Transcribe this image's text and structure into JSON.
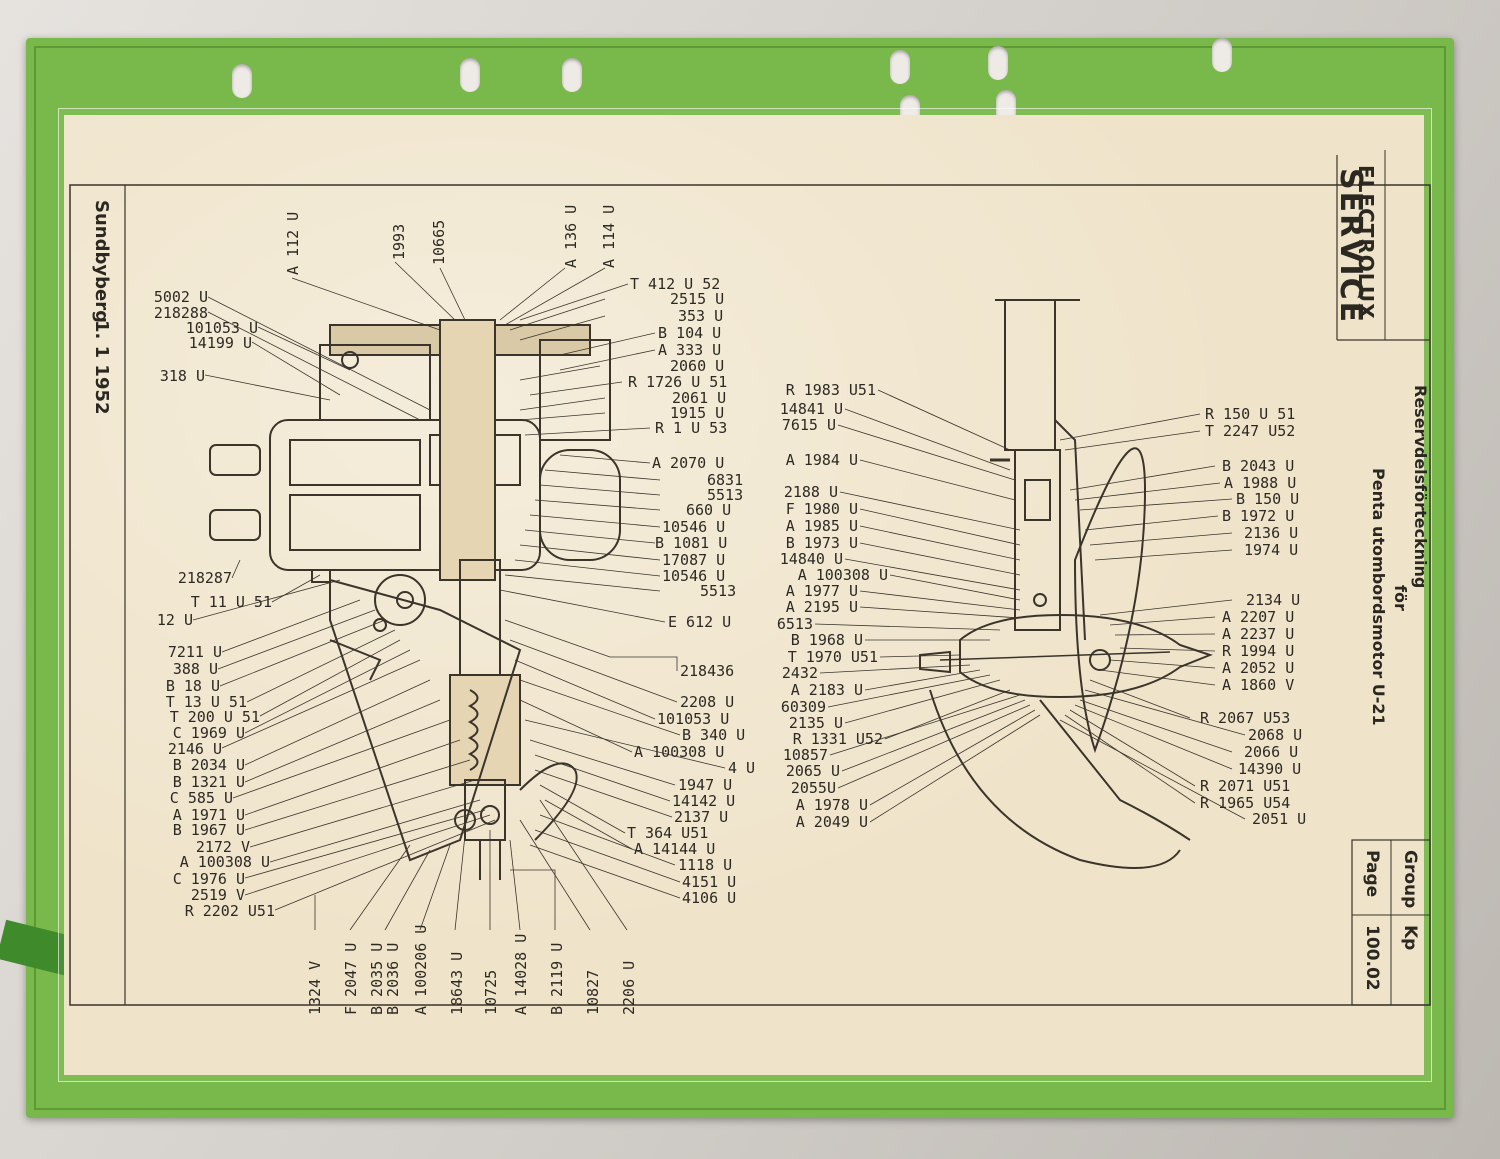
{
  "header": {
    "brand_top": "ELECTROLUX",
    "brand_main": "SERVICE",
    "title_line1": "Reservdelsförteckning",
    "title_line2": "för",
    "title_line3": "Penta utombordsmotor U-21",
    "group_label": "Group",
    "group_value": "Kp",
    "page_label": "Page",
    "page_value": "100.02"
  },
  "footer": {
    "place": "Sundbyberg",
    "date": "1. 1 1952"
  },
  "left_labels": [
    "5002 U",
    "218288",
    "101053 U",
    "14199 U",
    "318 U",
    "218287",
    "T 11 U 51",
    "12 U",
    "7211 U",
    "388 U",
    "B 18 U",
    "T 13 U 51",
    "T 200 U 51",
    "C 1969 U",
    "2146 U",
    "B 2034 U",
    "B 1321 U",
    "C 585 U",
    "A 1971 U",
    "B 1967 U",
    "2172 V",
    "A 100308 U",
    "C 1976 U",
    "2519 V",
    "R 2202 U51"
  ],
  "top_vertical_labels": [
    "A 112 U",
    "1993",
    "10665",
    "A 136 U",
    "A 114 U"
  ],
  "engine_right_labels": [
    "T 412 U 52",
    "2515 U",
    "353 U",
    "B 104 U",
    "A 333 U",
    "2060 U",
    "R 1726 U 51",
    "2061 U",
    "1915 U",
    "R 1 U 53",
    "A 2070 U",
    "6831",
    "5513",
    "660 U",
    "10546 U",
    "B 1081 U",
    "17087 U",
    "10546 U",
    "5513",
    "E 612 U",
    "218436",
    "2208 U",
    "101053 U",
    "B 340 U",
    "A 100308 U",
    "4 U",
    "1947 U",
    "14142 U",
    "2137 U",
    "T 364 U51",
    "A 14144 U",
    "1118 U",
    "4151 U",
    "4106 U"
  ],
  "bottom_vertical_labels": [
    "1324 V",
    "F 2047 U",
    "B 2035 U",
    "B 2036 U",
    "A 100206 U",
    "18643 U",
    "10725",
    "A 14028 U",
    "B 2119 U",
    "10827",
    "2206 U"
  ],
  "gear_left_labels": [
    "R 1983 U51",
    "14841 U",
    "7615 U",
    "A 1984 U",
    "2188 U",
    "F 1980 U",
    "A 1985 U",
    "B 1973 U",
    "14840 U",
    "A 100308 U",
    "A 1977 U",
    "A 2195 U",
    "6513",
    "B 1968 U",
    "T 1970 U51",
    "2432",
    "A 2183 U",
    "60309",
    "2135 U",
    "R 1331 U52",
    "10857",
    "2065 U",
    "2055U",
    "A 1978 U",
    "A 2049 U"
  ],
  "gear_right_labels": [
    "R 150 U 51",
    "T 2247 U52",
    "B 2043 U",
    "A 1988 U",
    "B 150 U",
    "B 1972 U",
    "2136 U",
    "1974 U",
    "2134 U",
    "A 2207 U",
    "A 2237 U",
    "R 1994 U",
    "A 2052 U",
    "A 1860 V",
    "R 2067 U53",
    "2068 U",
    "2066 U",
    "14390 U",
    "R 2071 U51",
    "R 1965 U54",
    "2051 U"
  ],
  "colors": {
    "binder": "#79b84a",
    "paper": "#efe2c6",
    "ink": "#2d2a24"
  }
}
